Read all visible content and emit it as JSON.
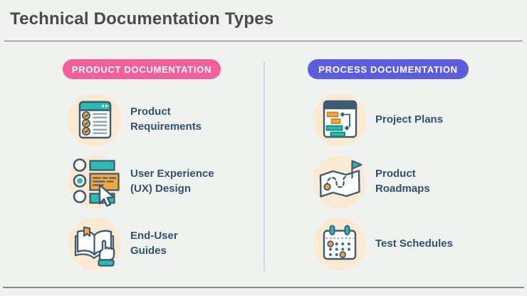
{
  "page": {
    "title": "Technical Documentation Types"
  },
  "colors": {
    "background": "#f0f2f0",
    "title_text": "#4a4a4a",
    "label_text": "#32506f",
    "product_badge": "#f45f9a",
    "process_badge": "#5c5ce0",
    "icon_circle": "#fbe9d1",
    "icon_outline": "#3d5a73",
    "icon_teal": "#2abcb2",
    "icon_orange": "#f4a63f",
    "column_divider": "#ccdbe4"
  },
  "columns": [
    {
      "badge": "PRODUCT DOCUMENTATION",
      "items": [
        {
          "label": "Product Requirements",
          "lines": [
            "Product",
            "Requirements"
          ],
          "icon": "checklist-browser-icon"
        },
        {
          "label": "User Experience (UX) Design",
          "lines": [
            "User Experience",
            "(UX) Design"
          ],
          "icon": "ux-wireframe-cursor-icon"
        },
        {
          "label": "End-User Guides",
          "lines": [
            "End-User",
            "Guides"
          ],
          "icon": "open-book-hand-icon"
        }
      ]
    },
    {
      "badge": "PROCESS DOCUMENTATION",
      "items": [
        {
          "label": "Project Plans",
          "lines": [
            "Project Plans"
          ],
          "icon": "gantt-chart-icon"
        },
        {
          "label": "Product Roadmaps",
          "lines": [
            "Product",
            "Roadmaps"
          ],
          "icon": "map-route-flag-icon"
        },
        {
          "label": "Test Schedules",
          "lines": [
            "Test Schedules"
          ],
          "icon": "calendar-icon"
        }
      ]
    }
  ]
}
